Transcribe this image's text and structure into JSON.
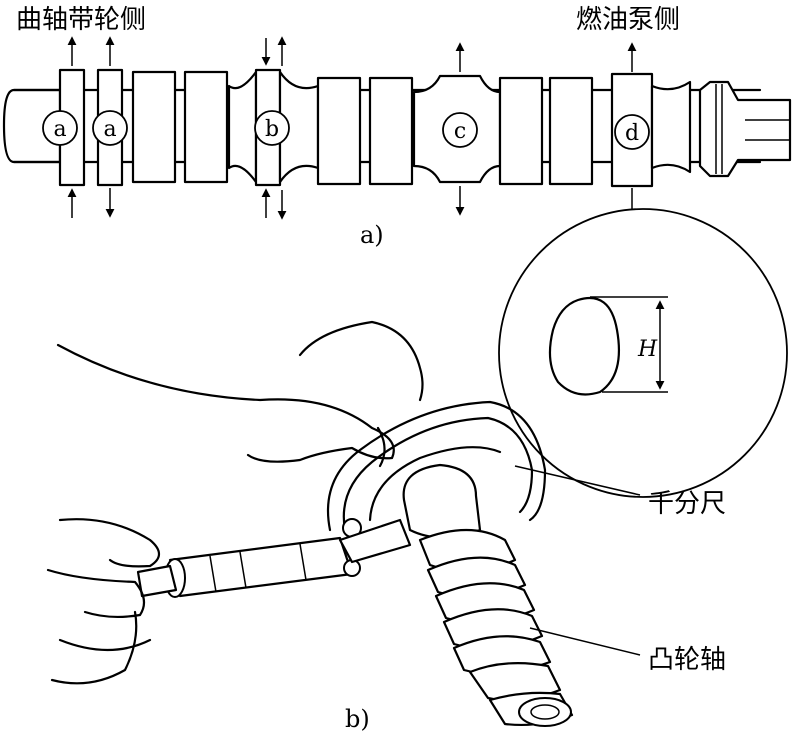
{
  "labels": {
    "crank_side": "曲轴带轮侧",
    "pump_side": "燃油泵侧",
    "micrometer": "千分尺",
    "camshaft": "凸轮轴",
    "caption_a": "a)",
    "caption_b": "b)",
    "height_symbol": "H"
  },
  "points": [
    {
      "id": "a1",
      "label": "a"
    },
    {
      "id": "a2",
      "label": "a"
    },
    {
      "id": "b",
      "label": "b"
    },
    {
      "id": "c",
      "label": "c"
    },
    {
      "id": "d",
      "label": "d"
    }
  ]
}
